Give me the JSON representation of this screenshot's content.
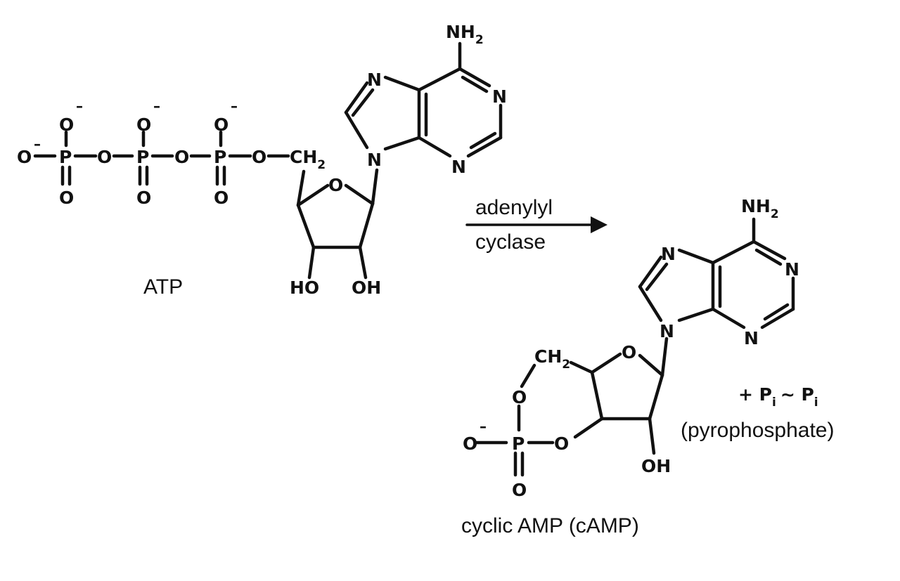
{
  "reaction": {
    "enzyme_line1": "adenylyl",
    "enzyme_line2": "cyclase"
  },
  "reactant": {
    "name": "ATP",
    "atoms": {
      "nh2": "NH",
      "nh2_sub": "2",
      "n": "N",
      "o": "O",
      "p": "P",
      "ch2": "CH",
      "ch2_sub": "2",
      "ho": "HO",
      "oh": "OH",
      "minus": "–"
    }
  },
  "product": {
    "name": "cyclic AMP (cAMP)",
    "byproduct_formula": "+ P",
    "byproduct_i": "i",
    "byproduct_tilde": "~ P",
    "byproduct_name": "(pyrophosphate)"
  },
  "colors": {
    "ink": "#111111",
    "background": "#ffffff"
  }
}
